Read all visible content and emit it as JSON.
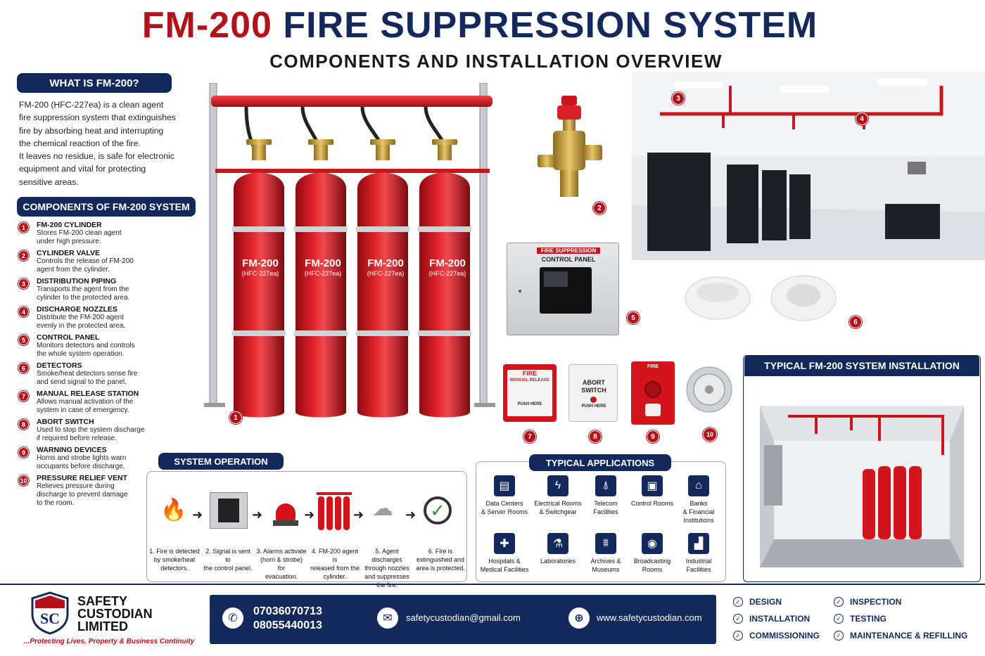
{
  "title": {
    "part1": "FM-200",
    "part2": "FIRE SUPPRESSION SYSTEM"
  },
  "subtitle": "COMPONENTS AND INSTALLATION OVERVIEW",
  "what": {
    "heading": "WHAT IS FM-200?",
    "lines": [
      "FM-200 (HFC-227ea) is a clean agent",
      "fire suppression system that extinguishes",
      "fire by absorbing heat and interrupting",
      "the chemical reaction of the fire.",
      "It leaves no residue, is safe for electronic",
      "equipment and vital for protecting",
      "sensitive areas."
    ]
  },
  "components": {
    "heading": "COMPONENTS OF FM-200 SYSTEM",
    "items": [
      {
        "num": "1",
        "title": "FM-200 CYLINDER",
        "desc": [
          "Stores FM-200 clean agent",
          "under high pressure."
        ]
      },
      {
        "num": "2",
        "title": "CYLINDER VALVE",
        "desc": [
          "Controls the release of FM-200",
          "agent from the cylinder."
        ]
      },
      {
        "num": "3",
        "title": "DISTRIBUTION PIPING",
        "desc": [
          "Transports the agent from the",
          "cylinder to the protected area."
        ]
      },
      {
        "num": "4",
        "title": "DISCHARGE NOZZLES",
        "desc": [
          "Distribute the FM-200 agent",
          "evenly in the protected area."
        ]
      },
      {
        "num": "5",
        "title": "CONTROL PANEL",
        "desc": [
          "Monitors detectors and controls",
          "the whole system operation."
        ]
      },
      {
        "num": "6",
        "title": "DETECTORS",
        "desc": [
          "Smoke/heat detectors sense fire",
          "and send signal to the panel."
        ]
      },
      {
        "num": "7",
        "title": "MANUAL RELEASE STATION",
        "desc": [
          "Allows manual activation of the",
          "system in case of emergency."
        ]
      },
      {
        "num": "8",
        "title": "ABORT SWITCH",
        "desc": [
          "Used to stop the system discharge",
          "if required before release."
        ]
      },
      {
        "num": "9",
        "title": "WARNING DEVICES",
        "desc": [
          "Horns and strobe lights warn",
          "occupants before discharge."
        ]
      },
      {
        "num": "10",
        "title": "PRESSURE RELIEF VENT",
        "desc": [
          "Relieves pressure during",
          "discharge to prevent damage",
          "to the room."
        ]
      }
    ]
  },
  "cylinders": {
    "label": "FM-200",
    "sublabel": "(HFC-227ea)"
  },
  "control_panel": {
    "line1": "FIRE SUPPRESSION",
    "line2": "CONTROL PANEL"
  },
  "devices": {
    "manual": {
      "line1": "FIRE",
      "line2": "MANUAL RELEASE",
      "line3": "PUSH HERE"
    },
    "abort": {
      "line1": "ABORT",
      "line2": "SWITCH",
      "line3": "PUSH HERE"
    },
    "warning": {
      "line1": "FIRE"
    }
  },
  "callouts": {
    "n1": "1",
    "n2": "2",
    "n3": "3",
    "n4": "4",
    "n5": "5",
    "n6": "6",
    "n7": "7",
    "n8": "8",
    "n9": "9",
    "n10": "10"
  },
  "installation": {
    "heading": "TYPICAL FM-200 SYSTEM INSTALLATION"
  },
  "operation": {
    "heading": "SYSTEM OPERATION",
    "steps": [
      [
        "1. Fire is detected",
        "by smoke/heat",
        "detectors."
      ],
      [
        "2. Signal is sent to",
        "the control panel."
      ],
      [
        "3. Alarms activate",
        "(horn & strobe) for",
        "evacuation."
      ],
      [
        "4. FM-200 agent is",
        "released from the",
        "cylinder."
      ],
      [
        "5. Agent discharges",
        "through nozzles",
        "and suppresses",
        "the fire."
      ],
      [
        "6. Fire is",
        "extinguished and",
        "area is protected."
      ]
    ]
  },
  "applications": {
    "heading": "TYPICAL APPLICATIONS",
    "items": [
      {
        "icon": "server-icon",
        "glyph": "▤",
        "lines": [
          "Data Centers",
          "& Server Rooms"
        ]
      },
      {
        "icon": "electrical-icon",
        "glyph": "ϟ",
        "lines": [
          "Electrical Rooms",
          "& Switchgear"
        ]
      },
      {
        "icon": "telecom-icon",
        "glyph": "⍋",
        "lines": [
          "Telecom",
          "Facilities"
        ]
      },
      {
        "icon": "monitor-icon",
        "glyph": "▣",
        "lines": [
          "Control Rooms"
        ]
      },
      {
        "icon": "bank-icon",
        "glyph": "⌂",
        "lines": [
          "Banks",
          "& Financial",
          "Institutions"
        ]
      },
      {
        "icon": "hospital-icon",
        "glyph": "✚",
        "lines": [
          "Hospitals &",
          "Medical Facilities"
        ]
      },
      {
        "icon": "flask-icon",
        "glyph": "⚗",
        "lines": [
          "Laboratories"
        ]
      },
      {
        "icon": "museum-icon",
        "glyph": "⩩",
        "lines": [
          "Archives &",
          "Museums"
        ]
      },
      {
        "icon": "broadcast-icon",
        "glyph": "◉",
        "lines": [
          "Broadcasting",
          "Rooms"
        ]
      },
      {
        "icon": "factory-icon",
        "glyph": "▟",
        "lines": [
          "Industrial",
          "Facilities"
        ]
      }
    ]
  },
  "company": {
    "logo_text": "SC",
    "name": [
      "SAFETY",
      "CUSTODIAN",
      "LIMITED"
    ],
    "tagline": "...Protecting Lives, Property & Business Continuity"
  },
  "contact": {
    "phone1": "07036070713",
    "phone2": "08055440013",
    "email": "safetycustodian@gmail.com",
    "website": "www.safetycustodian.com"
  },
  "services": [
    "DESIGN",
    "INSTALLATION",
    "COMMISSIONING",
    "INSPECTION",
    "TESTING",
    "MAINTENANCE & REFILLING"
  ],
  "colors": {
    "navy": "#13295c",
    "red": "#b3121b",
    "cylinder": "#d4141c"
  }
}
